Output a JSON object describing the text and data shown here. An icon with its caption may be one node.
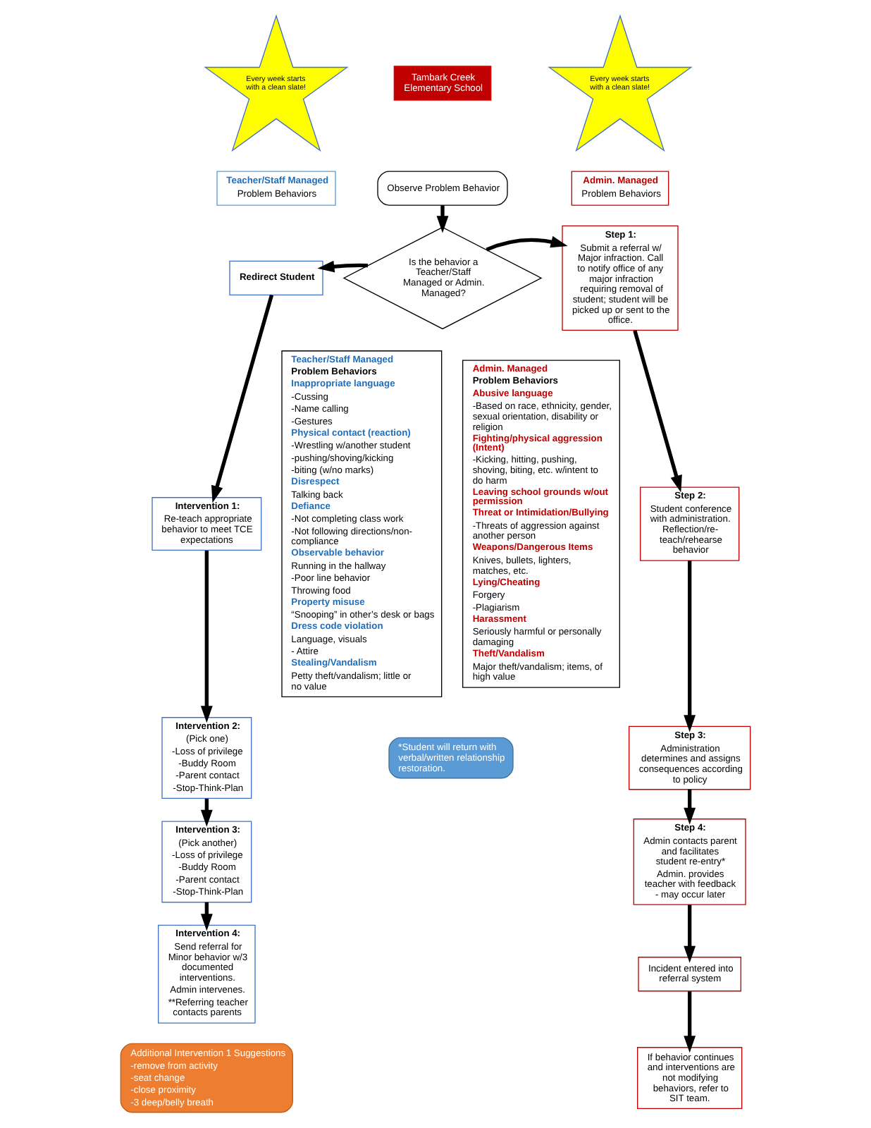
{
  "diagram": {
    "nodes": [
      {
        "text": [
          "Tambark Creek Elementary School"
        ]
      },
      {
        "text": [
          "Observe Problem Behavior"
        ]
      },
      {
        "text": [
          "Is the behavior a Teacher/Staff Managed or Admin. Managed?"
        ]
      },
      {
        "text": [
          "Every week starts with a clean slate!"
        ]
      },
      {
        "text": [
          "Every week starts with a clean slate!"
        ]
      },
      {
        "text": [
          "Teacher/Staff Managed",
          "Problem Behaviors"
        ]
      },
      {
        "text": [
          "Admin. Managed",
          "Problem Behaviors"
        ]
      },
      {
        "text": [
          "Redirect Student"
        ]
      },
      {
        "text": [
          "Intervention 1:",
          "Re-teach appropriate behavior to meet TCE expectations"
        ]
      },
      {
        "text": [
          "Intervention 2:",
          "(Pick one)",
          "-Loss of privilege",
          "-Buddy Room",
          "-Parent contact",
          "-Stop-Think-Plan"
        ]
      },
      {
        "text": [
          "Intervention 3:",
          "(Pick another)",
          "-Loss of privilege",
          "-Buddy Room",
          "-Parent contact",
          "-Stop-Think-Plan"
        ]
      },
      {
        "text": [
          "Intervention 4:",
          "Send referral for Minor behavior w/3 documented interventions.",
          "Admin intervenes.",
          "**Referring teacher contacts parents"
        ]
      },
      {
        "text": [
          "Step 1:",
          "Submit a referral w/ Major infraction. Call to notify office of any major infraction requiring removal of student; student will be picked up or sent to the office."
        ]
      },
      {
        "text": [
          "Step 2:",
          "Student conference with administration. Reflection/re-teach/rehearse behavior"
        ]
      },
      {
        "text": [
          "Step 3:",
          "Administration determines and assigns consequences according to policy"
        ]
      },
      {
        "text": [
          "Step 4:",
          "Admin contacts parent and facilitates student re-entry*",
          "Admin. provides teacher with feedback - may occur later"
        ]
      },
      {
        "text": [
          "Incident entered into referral system"
        ]
      },
      {
        "text": [
          "If behavior continues and interventions are not modifying behaviors, refer to SIT team."
        ]
      },
      {
        "text": [
          "Teacher/Staff Managed",
          "Problem Behaviors",
          "Inappropriate language",
          "-Cussing",
          "-Name calling",
          "-Gestures",
          "Physical contact (reaction)",
          "-Wrestling w/another student",
          "-pushing/shoving/kicking",
          "-biting (w/no marks)",
          "Disrespect",
          "Talking back",
          "Defiance",
          "-Not completing class work",
          "-Not following directions/non-compliance",
          "Observable behavior",
          "Running in the hallway",
          "-Poor line behavior",
          "Throwing food",
          "Property misuse",
          "“Snooping” in other’s desk or bags",
          "Dress code violation",
          "Language, visuals",
          "- Attire",
          "Stealing/Vandalism",
          "Petty theft/vandalism; little or no value"
        ]
      },
      {
        "text": [
          "Admin. Managed",
          "Problem Behaviors",
          "Abusive language",
          "-Based on race, ethnicity, gender, sexual orientation, disability or religion",
          "Fighting/physical aggression (Intent)",
          "-Kicking, hitting, pushing, shoving, biting, etc. w/intent to do harm",
          "Leaving school grounds w/out permission",
          "Threat or Intimidation/Bullying",
          "-Threats of aggression against another person",
          "Weapons/Dangerous Items",
          "Knives, bullets, lighters, matches, etc.",
          "Lying/Cheating",
          "Forgery",
          "-Plagiarism",
          "Harassment",
          "Seriously harmful or personally damaging",
          "Theft/Vandalism",
          "Major theft/vandalism; items, of high value"
        ]
      },
      {
        "text": [
          "Additional Intervention 1 Suggestions",
          "-remove from activity",
          "-seat change",
          "-close proximity",
          "-3 deep/belly breath"
        ]
      },
      {
        "text": [
          "*Student will return with verbal/written relationship restoration."
        ]
      }
    ],
    "edges": [
      {
        "from": 1,
        "to": 2,
        "arrow": "to"
      },
      {
        "from": 2,
        "to": 7,
        "arrow": "to"
      },
      {
        "from": 2,
        "to": 12,
        "arrow": "to"
      },
      {
        "from": 7,
        "to": 8,
        "arrow": "to"
      },
      {
        "from": 8,
        "to": 9,
        "arrow": "to"
      },
      {
        "from": 9,
        "to": 10,
        "arrow": "to"
      },
      {
        "from": 10,
        "to": 11,
        "arrow": "to"
      },
      {
        "from": 12,
        "to": 13,
        "arrow": "to"
      },
      {
        "from": 13,
        "to": 14,
        "arrow": "to"
      },
      {
        "from": 14,
        "to": 15,
        "arrow": "to"
      },
      {
        "from": 15,
        "to": 16,
        "arrow": "to"
      },
      {
        "from": 16,
        "to": 17,
        "arrow": "to"
      }
    ]
  }
}
